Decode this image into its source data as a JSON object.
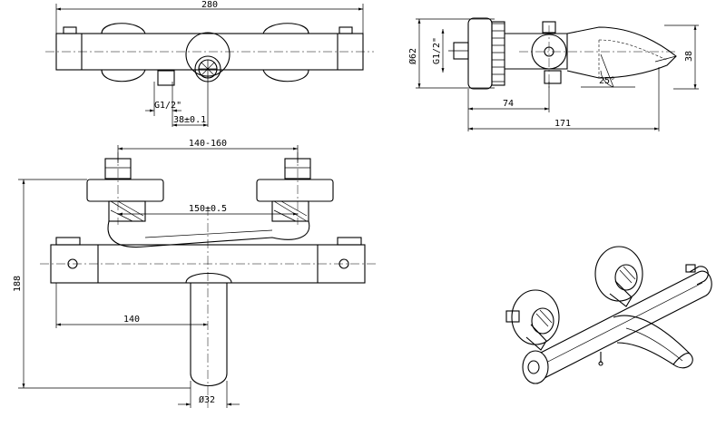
{
  "drawing": {
    "top_view": {
      "overall_width": "280",
      "thread_size": "G1/2\"",
      "offset": "38±0.1"
    },
    "side_view": {
      "diameter": "Ø62",
      "thread_size": "G1/2\"",
      "spout_height": "38",
      "spout_angle": "25°",
      "depth_to_outlet": "74",
      "total_depth": "171"
    },
    "front_view": {
      "connection_range": "140-160",
      "center_distance": "150±0.5",
      "total_height": "188",
      "spout_offset": "140",
      "spout_diameter": "Ø32"
    }
  }
}
